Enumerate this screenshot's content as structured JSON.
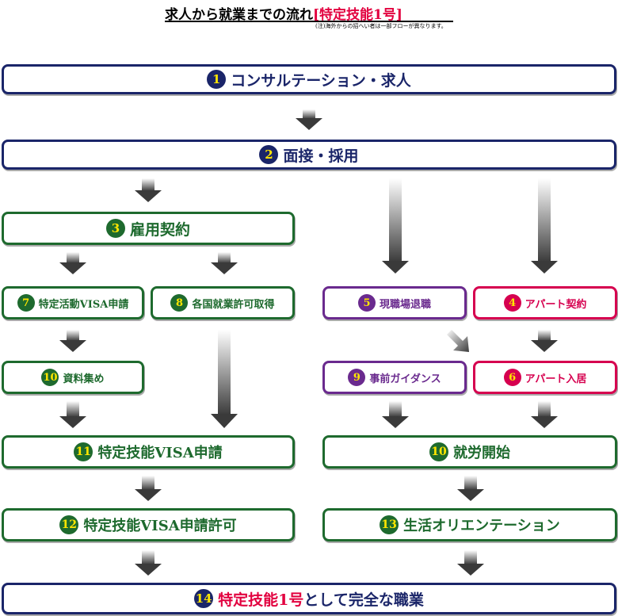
{
  "header": {
    "title_main": "求人から就業までの流れ",
    "title_highlight": "[特定技能1号]",
    "note": "(注)海外からの招へい者は一部フローが異なります。"
  },
  "steps": {
    "s1": {
      "num": "1",
      "label": "コンサルテーション・求人"
    },
    "s2": {
      "num": "2",
      "label": "面接・採用"
    },
    "s3": {
      "num": "3",
      "label": "雇用契約"
    },
    "s7": {
      "num": "7",
      "label": "特定活動VISA申請"
    },
    "s8": {
      "num": "8",
      "label": "各国就業許可取得"
    },
    "s5": {
      "num": "5",
      "label": "現職場退職"
    },
    "s4": {
      "num": "4",
      "label": "アパート契約"
    },
    "s10a": {
      "num": "10",
      "label": "資料集め"
    },
    "s9": {
      "num": "9",
      "label": "事前ガイダンス"
    },
    "s6": {
      "num": "6",
      "label": "アパート入居"
    },
    "s11": {
      "num": "11",
      "label": "特定技能VISA申請"
    },
    "s10b": {
      "num": "10",
      "label": "就労開始"
    },
    "s12": {
      "num": "12",
      "label": "特定技能VISA申請許可"
    },
    "s13": {
      "num": "13",
      "label": "生活オリエンテーション"
    },
    "s14": {
      "num": "14",
      "label_highlight": "特定技能1号",
      "label_rest": "として完全な職業"
    }
  },
  "colors": {
    "blue": "#1a2569",
    "green": "#1e6a2e",
    "purple": "#6a2a8e",
    "pink": "#d6004f",
    "red": "#e2003f",
    "yellow": "#ffe600"
  }
}
